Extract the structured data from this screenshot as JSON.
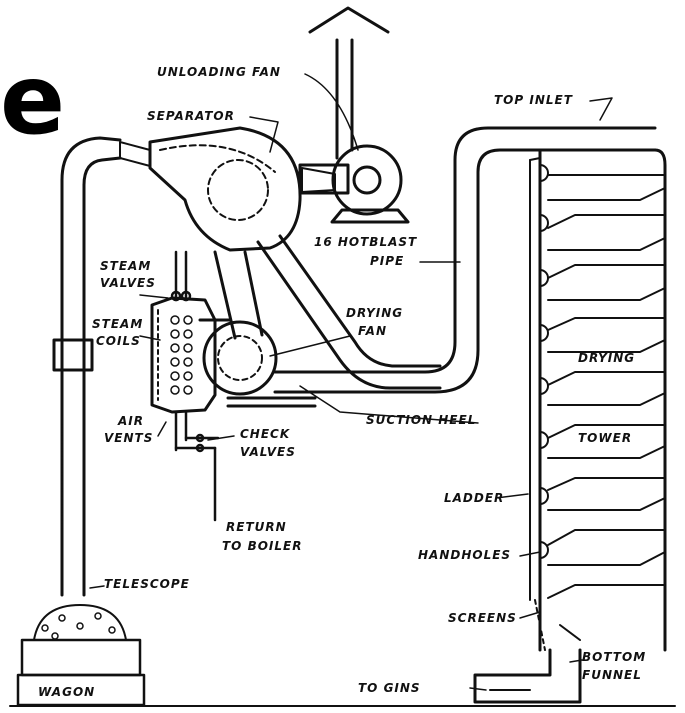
{
  "corner_text": "e",
  "labels": {
    "unloading_fan": "UNLOADING FAN",
    "separator": "SEPARATOR",
    "top_inlet": "TOP INLET",
    "hotblast_pipe_1": "16 HOTBLAST",
    "hotblast_pipe_2": "PIPE",
    "steam_valves_1": "STEAM",
    "steam_valves_2": "VALVES",
    "steam_coils_1": "STEAM",
    "steam_coils_2": "COILS",
    "drying_fan_1": "DRYING",
    "drying_fan_2": "FAN",
    "drying": "DRYING",
    "tower": "TOWER",
    "air_vents_1": "AIR",
    "air_vents_2": "VENTS",
    "check_valves_1": "CHECK",
    "check_valves_2": "VALVES",
    "suction_heel": "SUCTION HEEL",
    "return_1": "RETURN",
    "return_2": "TO BOILER",
    "ladder": "LADDER",
    "handholes": "HANDHOLES",
    "telescope": "TELESCOPE",
    "screens": "SCREENS",
    "bottom_funnel_1": "BOTTOM",
    "bottom_funnel_2": "FUNNEL",
    "to_gins": "TO GINS",
    "wagon": "WAGON"
  }
}
